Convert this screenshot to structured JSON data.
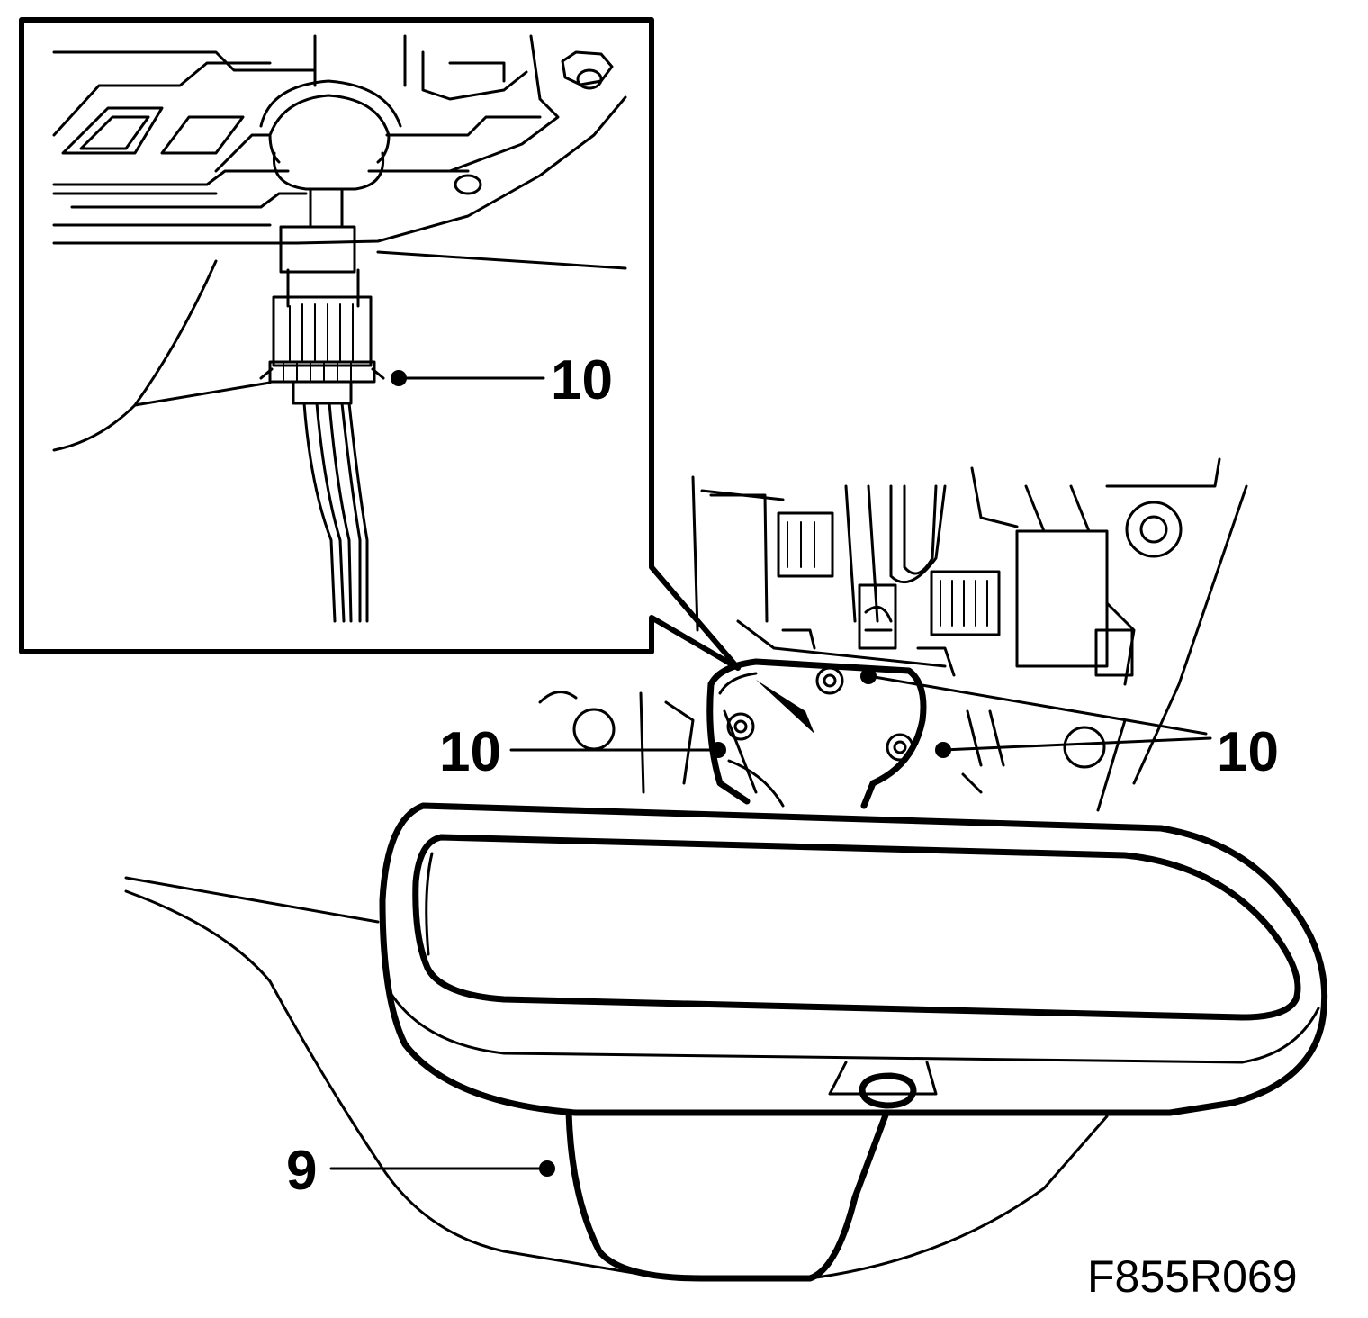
{
  "callouts": {
    "inset_connector": "10",
    "screw_left": "10",
    "screw_right": "10",
    "mirror": "9"
  },
  "figure_id": "F855R069",
  "colors": {
    "ink": "#000000",
    "paper": "#ffffff"
  }
}
